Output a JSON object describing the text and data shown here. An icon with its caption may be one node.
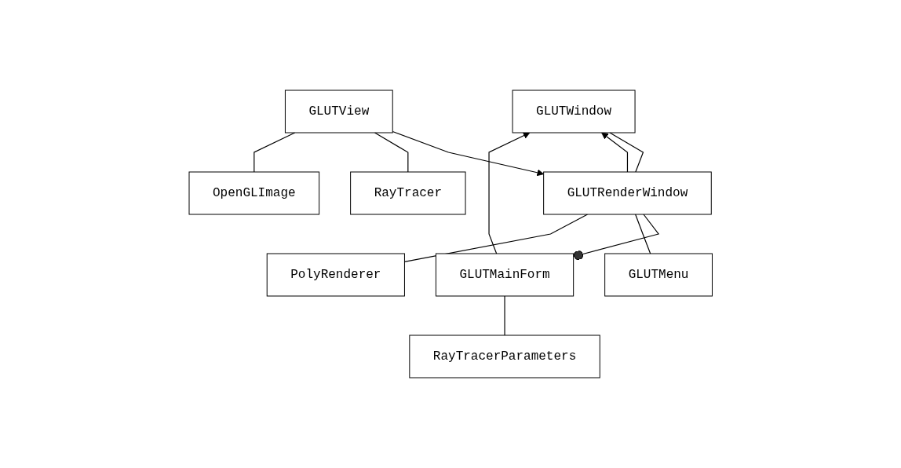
{
  "diagram": {
    "nodes": [
      {
        "text": [
          "GLUTWindow"
        ]
      },
      {
        "text": [
          "GLUTMainForm"
        ]
      },
      {
        "text": [
          "GLUTRenderWindow"
        ]
      },
      {
        "text": [
          "GLUTMenu"
        ]
      },
      {
        "text": [
          "PolyRenderer"
        ]
      },
      {
        "text": [
          "RayTracerParameters"
        ]
      },
      {
        "text": [
          "GLUTView"
        ]
      },
      {
        "text": [
          "RayTracer"
        ]
      },
      {
        "text": [
          "OpenGLImage"
        ]
      }
    ],
    "edges": [
      {
        "from": 1,
        "to": 0,
        "arrow": "to"
      },
      {
        "from": 2,
        "to": 0,
        "arrow": "to"
      },
      {
        "from": 0,
        "to": 2,
        "arrow": "none"
      },
      {
        "from": 2,
        "to": 1,
        "arrow": "other"
      },
      {
        "from": 2,
        "to": 3,
        "arrow": "none"
      },
      {
        "from": 2,
        "to": 4,
        "arrow": "none"
      },
      {
        "from": 6,
        "to": 2,
        "arrow": "to"
      },
      {
        "from": 1,
        "to": 5,
        "arrow": "none"
      },
      {
        "from": 6,
        "to": 7,
        "arrow": "none"
      },
      {
        "from": 6,
        "to": 8,
        "arrow": "none"
      }
    ]
  }
}
